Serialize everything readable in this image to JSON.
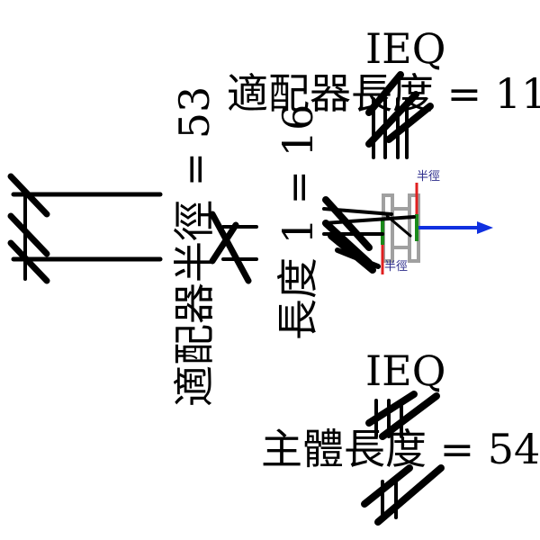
{
  "labels": {
    "top_tag": "IEQ",
    "adapter_length": "適配器長度 = 11",
    "adapter_radius": "適配器半徑 = 53",
    "length1": "長度 1 = 16",
    "radius_top": "半徑",
    "radius_bottom": "半徑",
    "bottom_tag": "IEQ",
    "body_length": "主體長度 = 54",
    "left_fragment": "徑"
  },
  "colors": {
    "outline": "#a0a0a0",
    "radius_marker": "#e02020",
    "contact": "#1a8a1a",
    "axis_arrow": "#1030e0"
  }
}
